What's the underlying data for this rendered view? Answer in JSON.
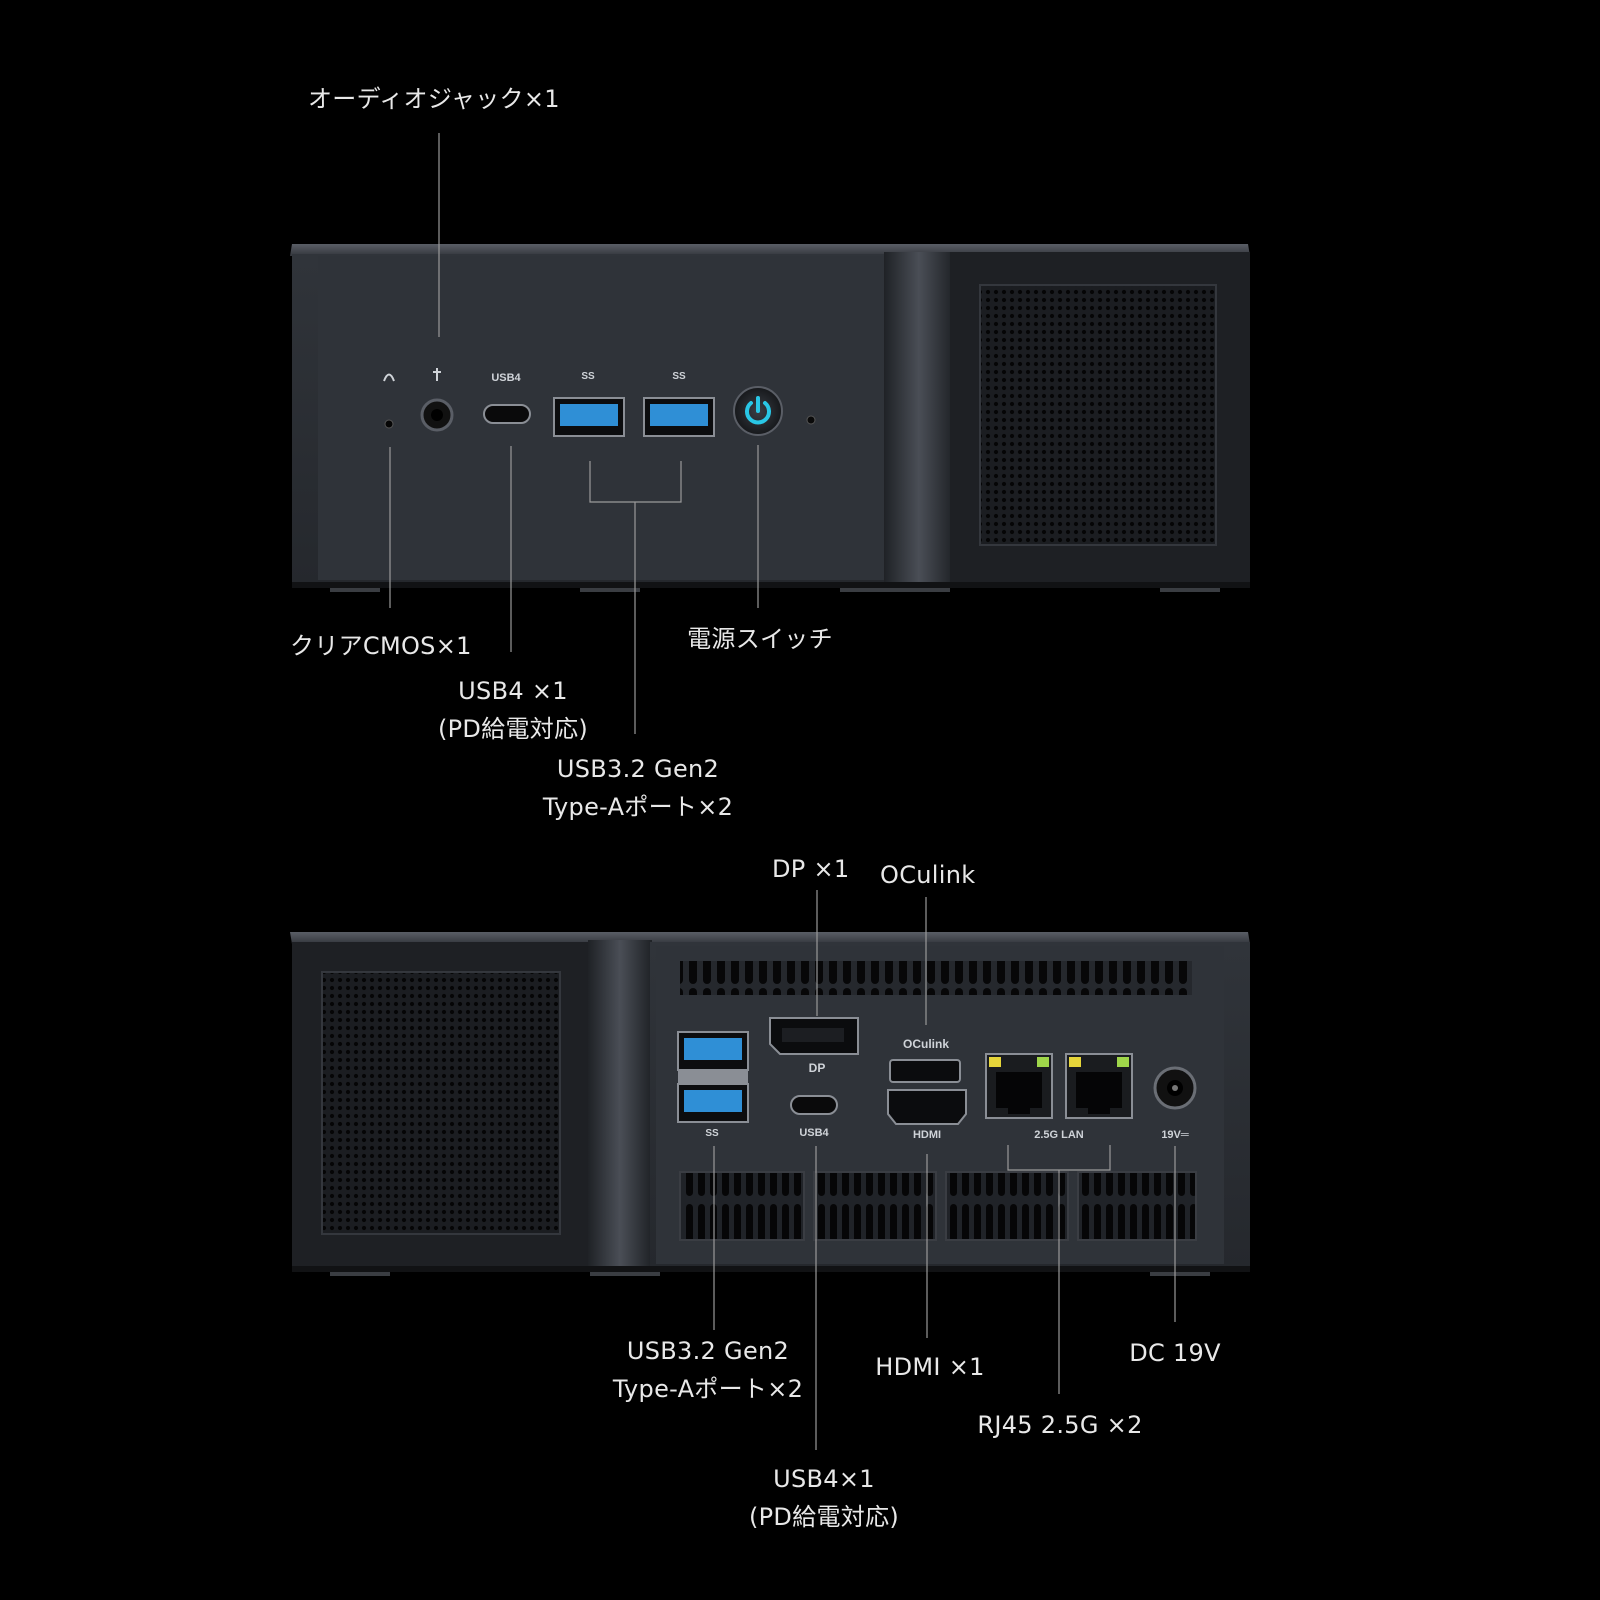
{
  "front_view": {
    "labels": {
      "audio_jack": "オーディオジャック×1",
      "clear_cmos": "クリアCMOS×1",
      "power_switch": "電源スイッチ",
      "usb4_line1": "USB4 ×1",
      "usb4_line2": "(PD給電対応)",
      "usb32_line1": "USB3.2 Gen2",
      "usb32_line2": "Type-Aポート×2"
    },
    "port_marks": {
      "usb4": "USB4",
      "ss": "SS"
    }
  },
  "rear_view": {
    "labels": {
      "dp": "DP ×1",
      "oculink": "OCulink",
      "usb32_line1": "USB3.2 Gen2",
      "usb32_line2": "Type-Aポート×2",
      "hdmi": "HDMI ×1",
      "dc": "DC 19V",
      "rj45": "RJ45 2.5G ×2",
      "usb4_line1": "USB4×1",
      "usb4_line2": "(PD給電対応)"
    },
    "port_marks": {
      "dp": "DP",
      "oculink": "OCulink",
      "usb4": "USB4",
      "hdmi": "HDMI",
      "lan": "2.5G LAN",
      "dc": "19V═",
      "ss": "SS"
    }
  },
  "colors": {
    "background": "#000000",
    "chassis": "#2b2e33",
    "chassis_edge": "#4a4e55",
    "usb_blue": "#2f8fd6",
    "power_cyan": "#29c7e6",
    "lan_green": "#9fd64a",
    "lan_yellow": "#e6d53a",
    "leader_line": "#9a9a9a"
  }
}
